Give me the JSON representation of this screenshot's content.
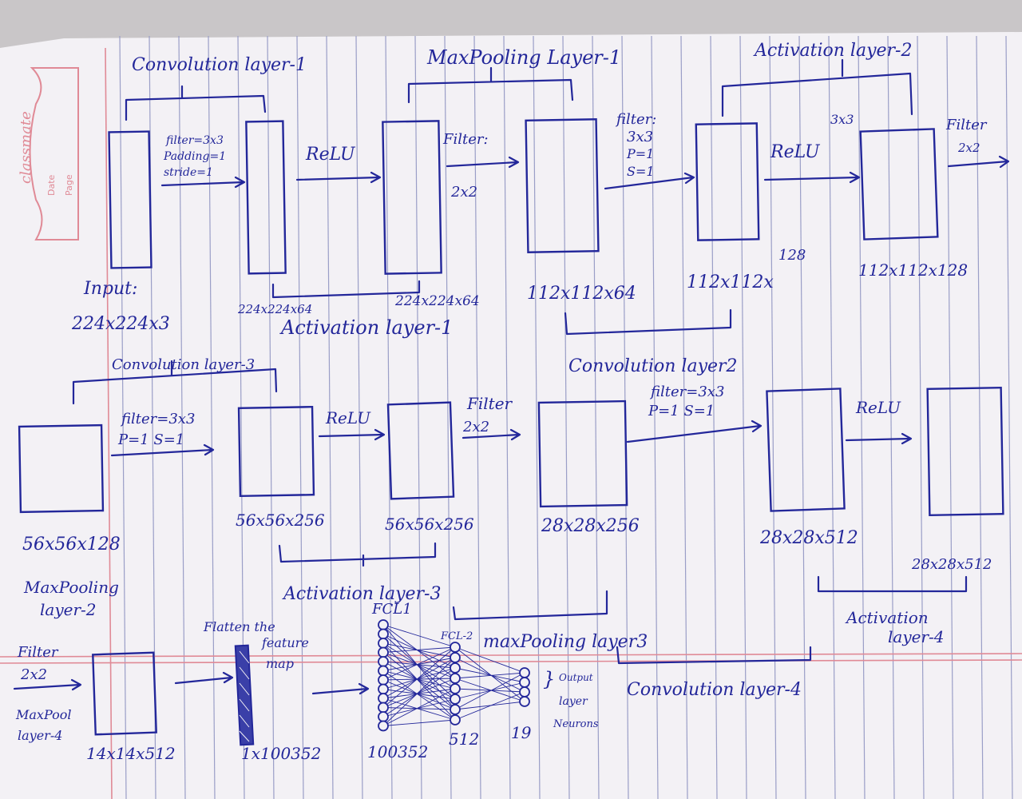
{
  "brand": {
    "name": "classmate",
    "date_label": "Date",
    "page_label": "Page"
  },
  "row1": {
    "title_conv1": "Convolution layer-1",
    "title_pool1": "MaxPooling Layer-1",
    "title_act2": "Activation layer-2",
    "filter1": [
      "filter=3x3",
      "Padding=1",
      "stride=1"
    ],
    "relu1": "ReLU",
    "pool1_filter": [
      "Filter:",
      "2x2"
    ],
    "conv2_filter": [
      "filter:",
      "3x3",
      "P=1",
      "S=1"
    ],
    "relu2": [
      "3x3",
      "ReLU"
    ],
    "pool2_filter": [
      "Filter",
      "2x2"
    ],
    "input_label": "Input:",
    "input_dims": "224x224x3",
    "dims_a": "224x224x64",
    "dims_b": "224x224x64",
    "dims_c": "112x112x64",
    "dims_d_top": "128",
    "dims_d": "112x112x",
    "dims_e": "112x112x128",
    "act1": "Activation layer-1",
    "conv2": "Convolution layer2"
  },
  "row2": {
    "title_conv3": "Convolution layer-3",
    "conv3_filter": [
      "filter=3x3",
      "P=1 S=1"
    ],
    "relu3": "ReLU",
    "pool3_filter": [
      "Filter",
      "2x2"
    ],
    "conv4_filter": [
      "filter=3x3",
      "P=1 S=1"
    ],
    "relu4": "ReLU",
    "dims_a": "56x56x128",
    "dims_b": "56x56x256",
    "dims_c": "56x56x256",
    "dims_d": "28x28x256",
    "dims_e": "28x28x512",
    "dims_f": "28x28x512",
    "act3": "Activation layer-3",
    "act4": [
      "Activation",
      "layer-4"
    ],
    "pool3": "maxPooling layer3",
    "conv4": "Convolution layer-4",
    "pool2": [
      "MaxPooling",
      "layer-2"
    ]
  },
  "row3": {
    "pool4_filter": [
      "Filter",
      "2x2"
    ],
    "pool4_label": [
      "MaxPool",
      "layer-4"
    ],
    "dims_pool4": "14x14x512",
    "flatten": [
      "Flatten the",
      "feature",
      "map"
    ],
    "dims_flat": "1x100352",
    "fc1": "FCL1",
    "fc2": "FCL-2",
    "n_fc1": "100352",
    "n_fc2": "512",
    "n_out": "19",
    "output": [
      "Output",
      "layer",
      "Neurons"
    ]
  }
}
